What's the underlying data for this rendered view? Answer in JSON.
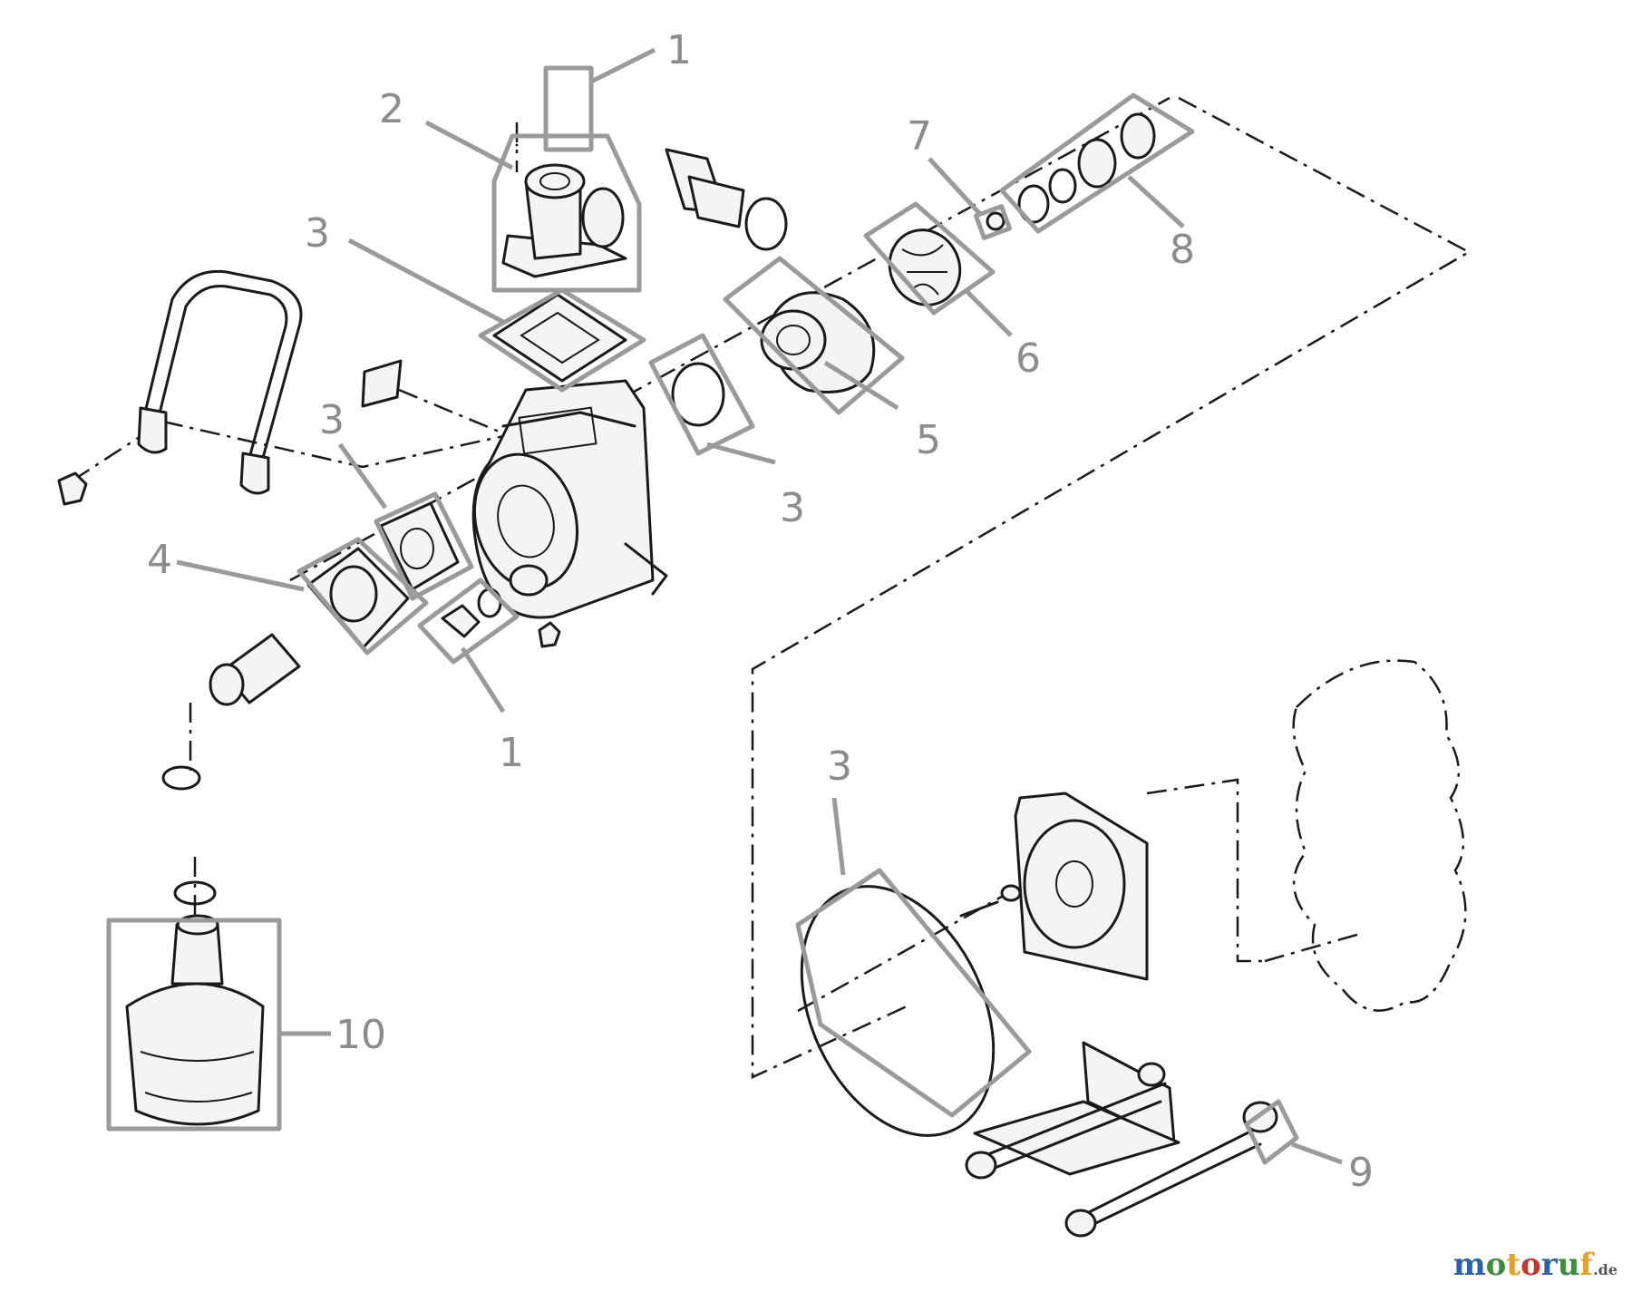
{
  "callouts": [
    {
      "id": "c1a",
      "text": "1"
    },
    {
      "id": "c2",
      "text": "2"
    },
    {
      "id": "c3a",
      "text": "3"
    },
    {
      "id": "c3b",
      "text": "3"
    },
    {
      "id": "c3c",
      "text": "3"
    },
    {
      "id": "c3d",
      "text": "3"
    },
    {
      "id": "c4",
      "text": "4"
    },
    {
      "id": "c1b",
      "text": "1"
    },
    {
      "id": "c5",
      "text": "5"
    },
    {
      "id": "c6",
      "text": "6"
    },
    {
      "id": "c7",
      "text": "7"
    },
    {
      "id": "c8",
      "text": "8"
    },
    {
      "id": "c9",
      "text": "9"
    },
    {
      "id": "c10",
      "text": "10"
    }
  ],
  "watermark": {
    "text": "motoruf",
    "suffix": ".de",
    "colors": [
      "#2e5fa8",
      "#3a8f3a",
      "#e8a020",
      "#c0392b",
      "#2e5fa8",
      "#3a8f3a",
      "#e8a020"
    ]
  }
}
